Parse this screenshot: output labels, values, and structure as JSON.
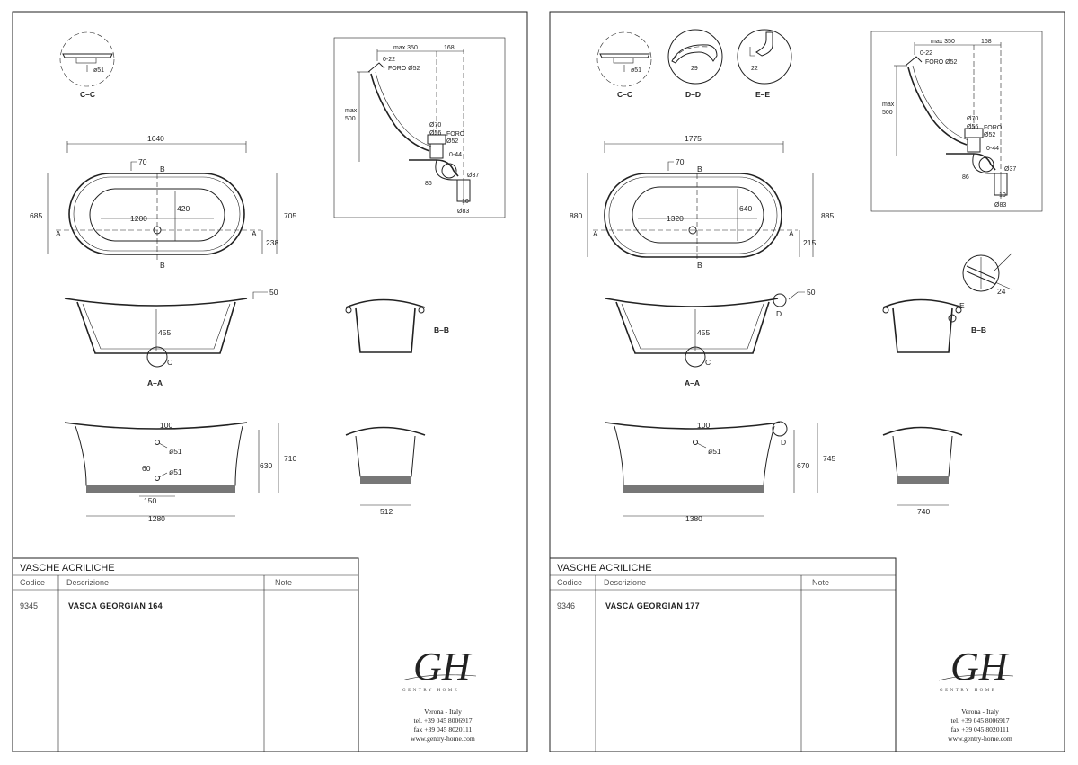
{
  "sheets": [
    {
      "model": "164",
      "section_labels": {
        "cc": "C–C",
        "aa": "A–A",
        "bb": "B–B"
      },
      "markers": {
        "a": "A",
        "b": "B",
        "c": "C"
      },
      "drain": {
        "max_w": "max 350",
        "w": "168",
        "r_range": "0-22",
        "foro_top": "FORO Ø52",
        "max_h": "max",
        "max_h_val": "500",
        "d70": "Ø70",
        "d56": "Ø56",
        "foro": "FORO",
        "foro_val": "Ø52",
        "r044": "0-44",
        "d37": "Ø37",
        "h86": "86",
        "v10": "10",
        "d83": "Ø83"
      },
      "plan": {
        "length": "1640",
        "offset": "70",
        "inner": "1200",
        "depth": "420",
        "w_left": "685",
        "w_right": "705",
        "side": "238",
        "d51": "ø51"
      },
      "side": {
        "rim": "50",
        "height": "455"
      },
      "front": {
        "top": "100",
        "d1": "ø51",
        "d2": "ø51",
        "ov": "60",
        "ov_w": "150",
        "h_in": "630",
        "h_out": "710",
        "base": "1280"
      },
      "end": {
        "base": "512"
      },
      "table": {
        "title": "VASCHE ACRILICHE",
        "col_code": "Codice",
        "col_desc": "Descrizione",
        "col_note": "Note",
        "code": "9345",
        "desc": "VASCA GEORGIAN 164"
      },
      "company": {
        "logo": "GH",
        "brand": "GENTRY HOME",
        "city": "Verona - Italy",
        "tel": "tel. +39 045 8006917",
        "fax": "fax +39 045 8020111",
        "web": "www.gentry-home.com"
      }
    },
    {
      "model": "177",
      "section_labels": {
        "cc": "C–C",
        "dd": "D–D",
        "ee": "E–E",
        "aa": "A–A",
        "bb": "B–B"
      },
      "markers": {
        "a": "A",
        "b": "B",
        "c": "C",
        "d": "D",
        "e": "E"
      },
      "details": {
        "dd": "29",
        "ee": "22",
        "rim_angle": "24"
      },
      "drain": {
        "max_w": "max 350",
        "w": "168",
        "r_range": "0-22",
        "foro_top": "FORO Ø52",
        "max_h": "max",
        "max_h_val": "500",
        "d70": "Ø70",
        "d56": "Ø56",
        "foro": "FORO",
        "foro_val": "Ø52",
        "r044": "0-44",
        "d37": "Ø37",
        "h86": "86",
        "v10": "10",
        "d83": "Ø83"
      },
      "plan": {
        "length": "1775",
        "offset": "70",
        "inner": "1320",
        "depth": "640",
        "w_left": "880",
        "w_right": "885",
        "side": "215",
        "d51": "ø51"
      },
      "side": {
        "rim": "50",
        "height": "455"
      },
      "front": {
        "top": "100",
        "d1": "ø51",
        "h_in": "670",
        "h_out": "745",
        "base": "1380"
      },
      "end": {
        "base": "740"
      },
      "table": {
        "title": "VASCHE ACRILICHE",
        "col_code": "Codice",
        "col_desc": "Descrizione",
        "col_note": "Note",
        "code": "9346",
        "desc": "VASCA GEORGIAN 177"
      },
      "company": {
        "logo": "GH",
        "brand": "GENTRY HOME",
        "city": "Verona - Italy",
        "tel": "tel. +39 045 8006917",
        "fax": "fax +39 045 8020111",
        "web": "www.gentry-home.com"
      }
    }
  ]
}
